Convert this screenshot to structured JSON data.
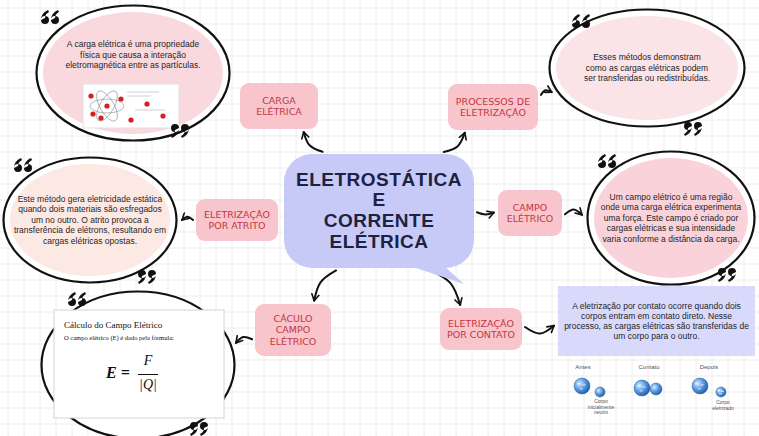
{
  "diagram": {
    "nodes": [
      {
        "text": [
          "A carga elétrica é uma propriedade física que causa a interação eletromagnética entre as partículas."
        ]
      },
      {
        "text": [
          "CARGA ELÉTRICA"
        ]
      },
      {
        "text": [
          "PROCESSOS DE ELETRIZAÇÃO"
        ]
      },
      {
        "text": [
          "Esses métodos demonstram como as cargas elétricas podem ser transferidas ou redistribuídas."
        ]
      },
      {
        "text": [
          "Este método gera eletricidade estática quando dois materiais são esfregados um no outro. O atrito provoca a transferência de elétrons, resultando em cargas elétricas opostas."
        ]
      },
      {
        "text": [
          "ELETRIZAÇÃO POR ATRITO"
        ]
      },
      {
        "text": [
          "ELETROSTÁTICA E CORRENTE ELÉTRICA"
        ]
      },
      {
        "text": [
          "CAMPO ELÉTRICO"
        ]
      },
      {
        "text": [
          "Um campo elétrico é uma região onde uma carga elétrica experimenta uma força. Este campo é criado por cargas elétricas e sua intensidade varia conforme a distância da carga."
        ]
      },
      {
        "text": [
          "Cálculo do Campo Elétrico",
          "O campo elétrico (E) é dado pela fórmula:",
          "E =",
          "F",
          "|Q|"
        ]
      },
      {
        "text": [
          "CÁCULO CAMPO ELÉTRICO"
        ]
      },
      {
        "text": [
          "ELETRIZAÇÃO POR CONTATO"
        ]
      },
      {
        "text": [
          "A eletrização por contato ocorre quando dois corpos entram em contato direto. Nesse processo, as cargas elétricas são transferidas de um corpo para o outro."
        ]
      }
    ],
    "edges": [
      {
        "from": 6,
        "to": 1,
        "arrow": "to"
      },
      {
        "from": 6,
        "to": 2,
        "arrow": "to"
      },
      {
        "from": 6,
        "to": 7,
        "arrow": "to"
      },
      {
        "from": 6,
        "to": 10,
        "arrow": "to"
      },
      {
        "from": 6,
        "to": 11,
        "arrow": "to"
      },
      {
        "from": 2,
        "to": 3,
        "arrow": "to"
      },
      {
        "from": 7,
        "to": 8,
        "arrow": "to"
      },
      {
        "from": 5,
        "to": 4,
        "arrow": "to"
      },
      {
        "from": 10,
        "to": 9,
        "arrow": "to"
      },
      {
        "from": 11,
        "to": 12,
        "arrow": "to"
      }
    ],
    "labels": [
      "Antes",
      "Contato",
      "Depois",
      "Corpo inicialmente neutro",
      "Corpo eletrizado"
    ]
  }
}
